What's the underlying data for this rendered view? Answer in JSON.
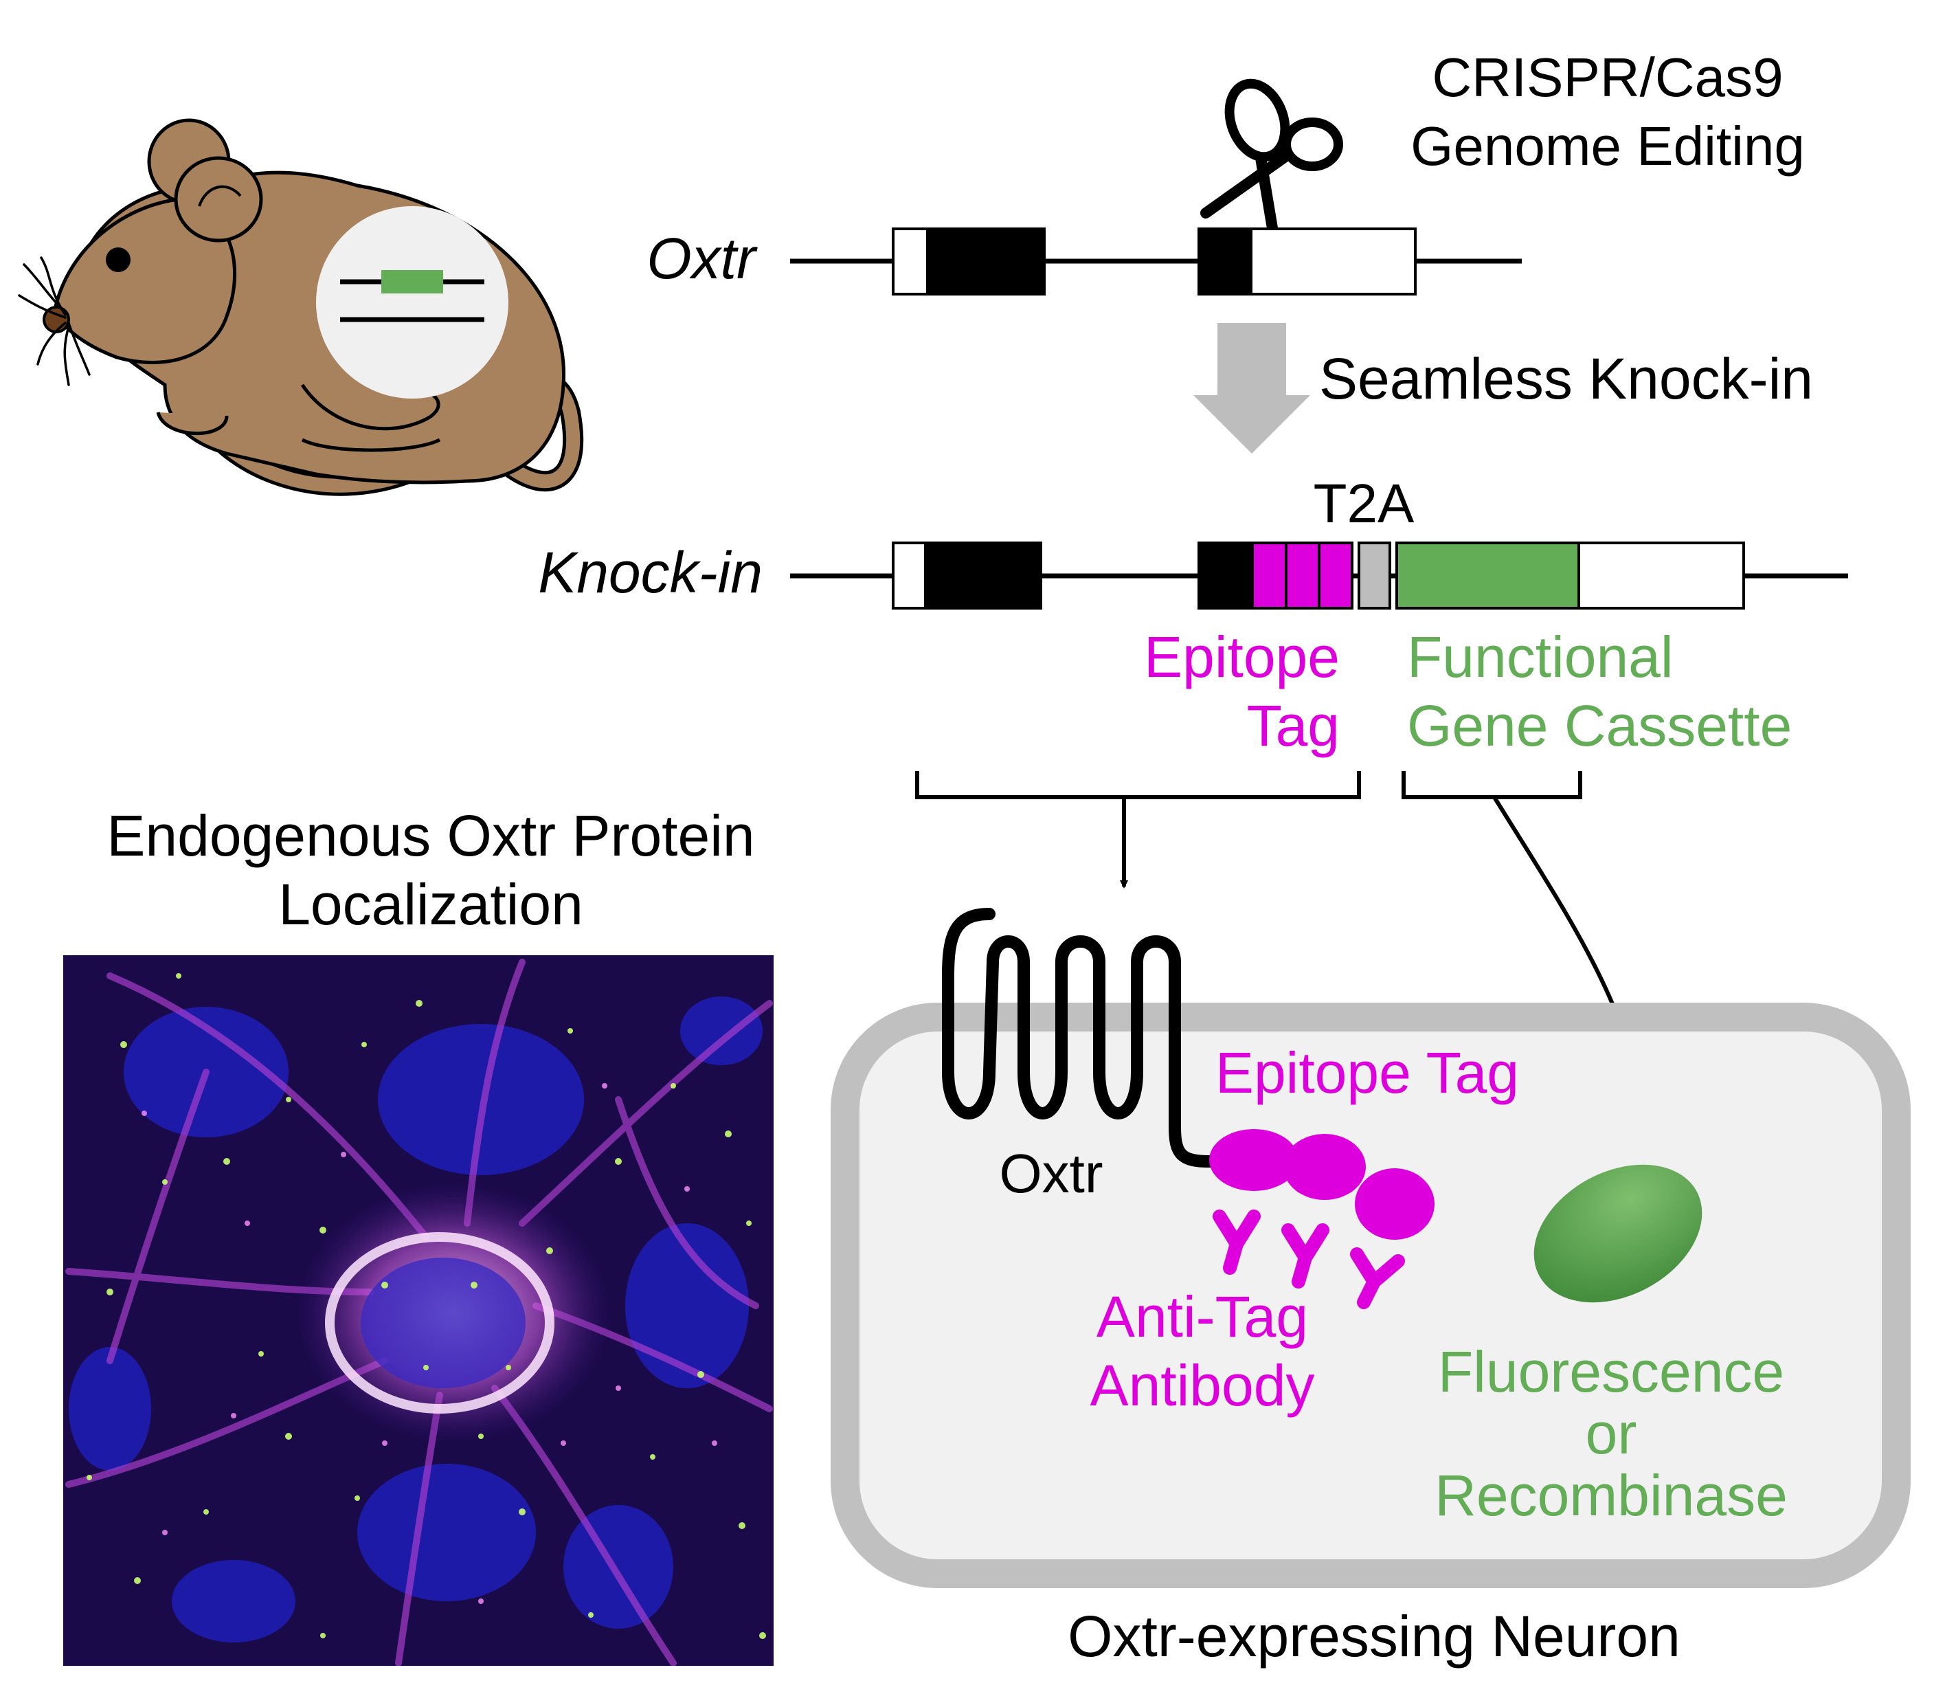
{
  "colors": {
    "magenta": "#dd00dd",
    "green": "#63ad57",
    "mouse_body": "#a8825c",
    "arrow_gray": "#bdbdbd",
    "cell_fill": "#f1f1f1",
    "cell_border": "#c0c0c0",
    "micrograph_bg": "#1a0a4a"
  },
  "labels": {
    "crispr_line1": "CRISPR/Cas9",
    "crispr_line2": "Genome Editing",
    "oxtr_gene": "Oxtr",
    "seamless": "Seamless Knock-in",
    "t2a": "T2A",
    "knockin_gene": "Knock-in",
    "epitope_line1": "Epitope",
    "epitope_line2": "Tag",
    "functional_line1": "Functional",
    "functional_line2": "Gene Cassette",
    "localization_line1": "Endogenous Oxtr Protein",
    "localization_line2": "Localization",
    "cell_epitope_tag": "Epitope Tag",
    "cell_oxtr": "Oxtr",
    "antibody_line1": "Anti-Tag",
    "antibody_line2": "Antibody",
    "output_line1": "Fluorescence",
    "output_line2": "or",
    "output_line3": "Recombinase",
    "neuron_caption": "Oxtr-expressing Neuron"
  },
  "icons": {
    "mouse": "mouse-icon",
    "scissors": "scissors-icon",
    "antibody": "antibody-icon"
  }
}
